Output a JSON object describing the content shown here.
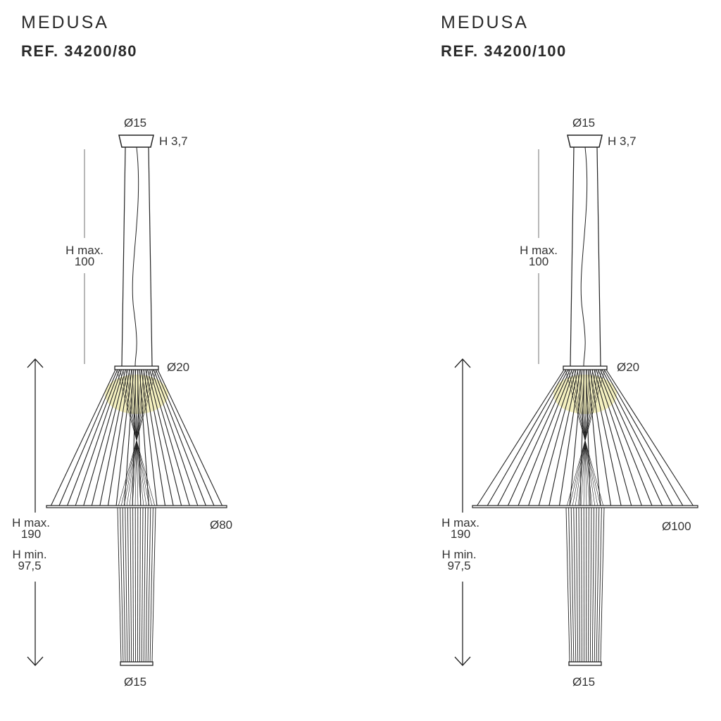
{
  "products": [
    {
      "name": "MEDUSA",
      "ref": "REF. 34200/80",
      "canopy_diameter": "Ø15",
      "canopy_height": "H 3,7",
      "cable_label_1": "H max.",
      "cable_label_2": "100",
      "ring_diameter": "Ø20",
      "shade_diameter": "Ø80",
      "hmax_label": "H max.",
      "hmax_value": "190",
      "hmin_label": "H min.",
      "hmin_value": "97,5",
      "bottom_diameter": "Ø15"
    },
    {
      "name": "MEDUSA",
      "ref": "REF. 34200/100",
      "canopy_diameter": "Ø15",
      "canopy_height": "H 3,7",
      "cable_label_1": "H max.",
      "cable_label_2": "100",
      "ring_diameter": "Ø20",
      "shade_diameter": "Ø100",
      "hmax_label": "H max.",
      "hmax_value": "190",
      "hmin_label": "H min.",
      "hmin_value": "97,5",
      "bottom_diameter": "Ø15"
    }
  ],
  "colors": {
    "line": "#222222",
    "glow": "#f3eeb0",
    "dim": "#888888"
  }
}
